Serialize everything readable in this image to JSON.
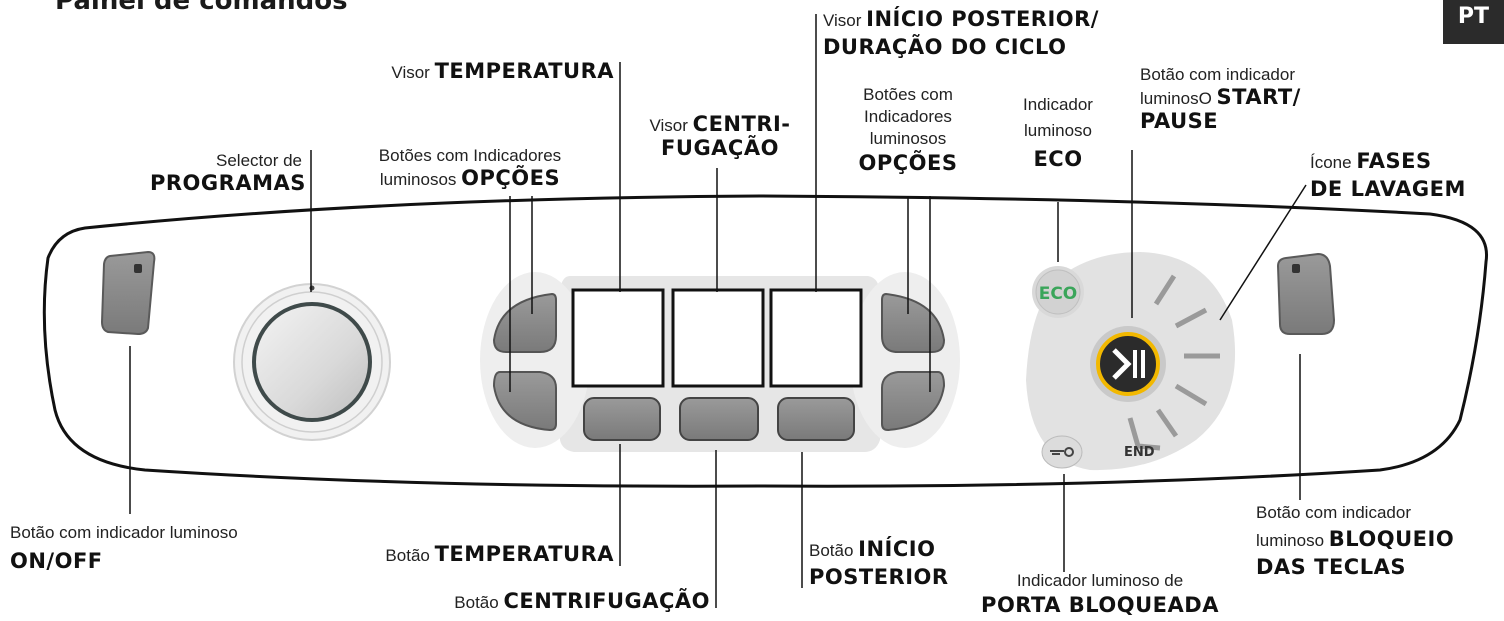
{
  "header": {
    "title": "Painel de comandos",
    "lang_badge": "PT"
  },
  "labels": {
    "selector": {
      "prefix": "Selector de",
      "name": "PROGRAMAS"
    },
    "options_left": {
      "prefix": "Botões com Indicadores",
      "line2_prefix": "luminosos",
      "name": "OPÇÕES"
    },
    "temp_display": {
      "prefix": "Visor",
      "name": "TEMPERATURA"
    },
    "spin_display": {
      "prefix": "Visor",
      "name_line1": "CENTRI-",
      "name_line2": "FUGAÇÃO"
    },
    "delay_display": {
      "prefix": "Visor",
      "name_line1": "INÍCIO POSTERIOR/",
      "name_line2": "DURAÇÃO DO CICLO"
    },
    "options_right": {
      "line1": "Botões com",
      "line2": "Indicadores",
      "line3": "luminosos",
      "name": "OPÇÕES"
    },
    "eco": {
      "line1": "Indicador",
      "line2": "luminoso",
      "name": "ECO"
    },
    "start": {
      "line1": "Botão com indicador",
      "line2_prefix": "luminosO",
      "name_line1": "START/",
      "name_line2": "PAUSE"
    },
    "phases": {
      "prefix": "Ícone",
      "name_line1": "FASES",
      "name_line2": "DE LAVAGEM"
    },
    "onoff": {
      "prefix": "Botão com indicador luminoso",
      "name": "ON/OFF"
    },
    "temp_button": {
      "prefix": "Botão",
      "name": "TEMPERATURA"
    },
    "spin_button": {
      "prefix": "Botão",
      "name": "CENTRIFUGAÇÃO"
    },
    "delay_button": {
      "prefix": "Botão",
      "name_line1": "INÍCIO",
      "name_line2": "POSTERIOR"
    },
    "door_lock": {
      "prefix": "Indicador luminoso de",
      "name": "PORTA BLOQUEADA"
    },
    "key_lock": {
      "line1": "Botão com indicador",
      "line2_prefix": "luminoso",
      "name_line1": "BLOQUEIO",
      "name_line2": "DAS TECLAS"
    }
  },
  "panel": {
    "eco_text": "ECO",
    "end_text": "END",
    "eco_color": "#3aa55a",
    "start_ring_color": "#f2b800"
  }
}
